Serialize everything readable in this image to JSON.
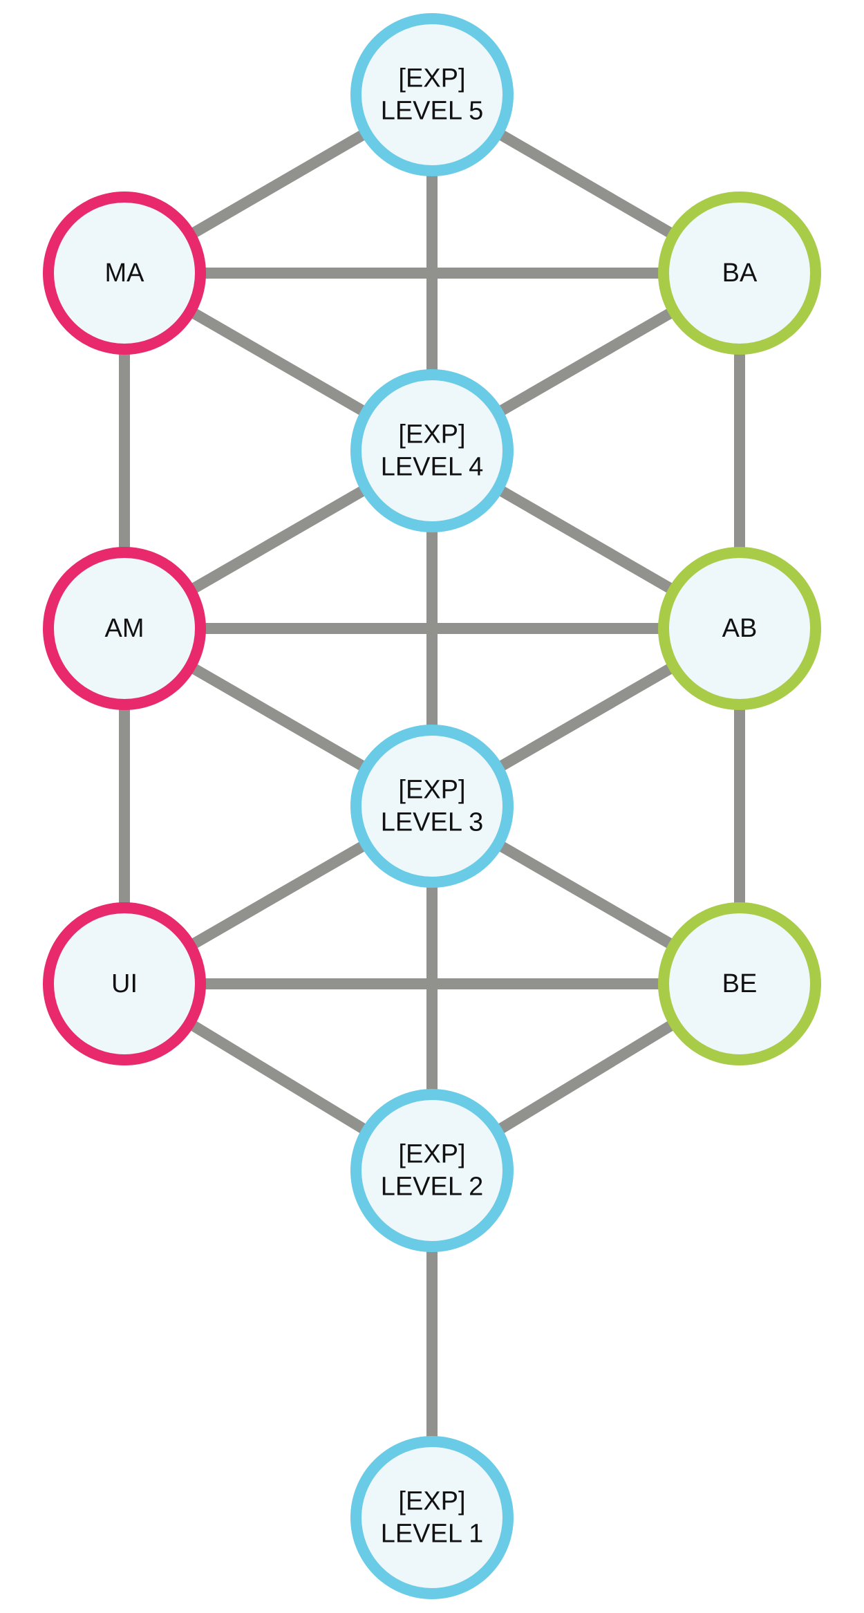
{
  "colors": {
    "edge": "#91918d",
    "node_fill": "#eef7f9",
    "center": "#69cbe6",
    "left": "#e8296c",
    "right": "#a8cb48",
    "text": "#111111"
  },
  "nodes": [
    {
      "id": "exp5",
      "lines": [
        "[EXP]",
        "LEVEL 5"
      ],
      "group": "center"
    },
    {
      "id": "ma",
      "lines": [
        "MA"
      ],
      "group": "left"
    },
    {
      "id": "ba",
      "lines": [
        "BA"
      ],
      "group": "right"
    },
    {
      "id": "exp4",
      "lines": [
        "[EXP]",
        "LEVEL 4"
      ],
      "group": "center"
    },
    {
      "id": "am",
      "lines": [
        "AM"
      ],
      "group": "left"
    },
    {
      "id": "ab",
      "lines": [
        "AB"
      ],
      "group": "right"
    },
    {
      "id": "exp3",
      "lines": [
        "[EXP]",
        "LEVEL 3"
      ],
      "group": "center"
    },
    {
      "id": "ui",
      "lines": [
        "UI"
      ],
      "group": "left"
    },
    {
      "id": "be",
      "lines": [
        "BE"
      ],
      "group": "right"
    },
    {
      "id": "exp2",
      "lines": [
        "[EXP]",
        "LEVEL 2"
      ],
      "group": "center"
    },
    {
      "id": "exp1",
      "lines": [
        "[EXP]",
        "LEVEL 1"
      ],
      "group": "center"
    }
  ],
  "edges": [
    [
      "exp5",
      "ma"
    ],
    [
      "exp5",
      "ba"
    ],
    [
      "exp5",
      "exp4"
    ],
    [
      "ma",
      "ba"
    ],
    [
      "ma",
      "exp4"
    ],
    [
      "ba",
      "exp4"
    ],
    [
      "ma",
      "am"
    ],
    [
      "ba",
      "ab"
    ],
    [
      "am",
      "exp4"
    ],
    [
      "ab",
      "exp4"
    ],
    [
      "exp4",
      "exp3"
    ],
    [
      "am",
      "ab"
    ],
    [
      "am",
      "exp3"
    ],
    [
      "ab",
      "exp3"
    ],
    [
      "am",
      "ui"
    ],
    [
      "ab",
      "be"
    ],
    [
      "exp3",
      "ui"
    ],
    [
      "exp3",
      "be"
    ],
    [
      "exp3",
      "exp2"
    ],
    [
      "ui",
      "be"
    ],
    [
      "ui",
      "exp2"
    ],
    [
      "be",
      "exp2"
    ],
    [
      "exp2",
      "exp1"
    ]
  ]
}
